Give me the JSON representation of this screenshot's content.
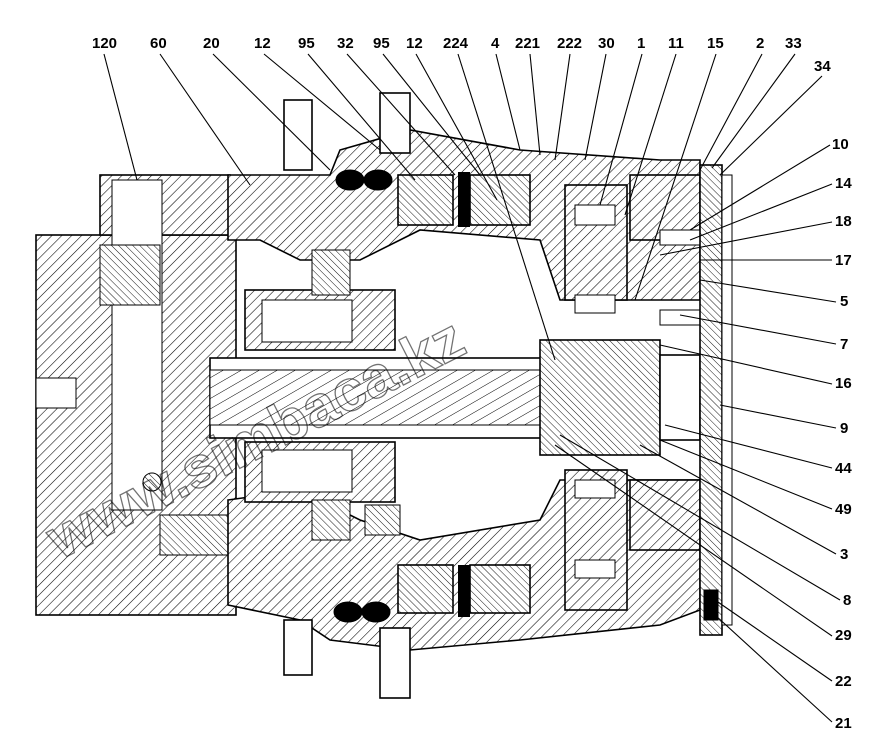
{
  "watermark": "www.simbaca.kz",
  "labels_top": [
    {
      "id": "120",
      "text": "120"
    },
    {
      "id": "60",
      "text": "60"
    },
    {
      "id": "20",
      "text": "20"
    },
    {
      "id": "12a",
      "text": "12"
    },
    {
      "id": "95a",
      "text": "95"
    },
    {
      "id": "32",
      "text": "32"
    },
    {
      "id": "95b",
      "text": "95"
    },
    {
      "id": "12b",
      "text": "12"
    },
    {
      "id": "224",
      "text": "224"
    },
    {
      "id": "4",
      "text": "4"
    },
    {
      "id": "221",
      "text": "221"
    },
    {
      "id": "222",
      "text": "222"
    },
    {
      "id": "30",
      "text": "30"
    },
    {
      "id": "1",
      "text": "1"
    },
    {
      "id": "11",
      "text": "11"
    },
    {
      "id": "15",
      "text": "15"
    },
    {
      "id": "2",
      "text": "2"
    },
    {
      "id": "33",
      "text": "33"
    },
    {
      "id": "34",
      "text": "34"
    }
  ],
  "labels_right": [
    {
      "id": "10",
      "text": "10"
    },
    {
      "id": "14",
      "text": "14"
    },
    {
      "id": "18",
      "text": "18"
    },
    {
      "id": "17",
      "text": "17"
    },
    {
      "id": "5",
      "text": "5"
    },
    {
      "id": "7",
      "text": "7"
    },
    {
      "id": "16",
      "text": "16"
    },
    {
      "id": "9",
      "text": "9"
    },
    {
      "id": "44",
      "text": "44"
    },
    {
      "id": "49",
      "text": "49"
    },
    {
      "id": "3",
      "text": "3"
    },
    {
      "id": "8",
      "text": "8"
    },
    {
      "id": "29",
      "text": "29"
    },
    {
      "id": "22",
      "text": "22"
    },
    {
      "id": "21",
      "text": "21"
    }
  ]
}
